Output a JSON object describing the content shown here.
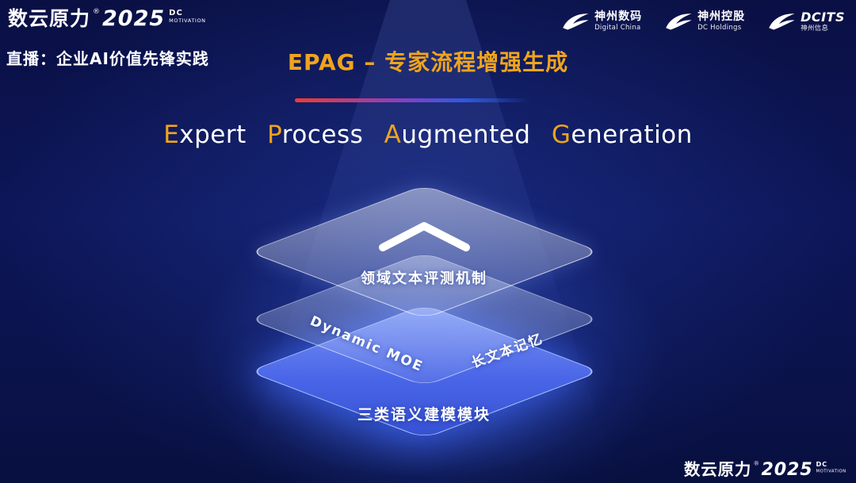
{
  "brand": {
    "name": "数云原力",
    "reg_mark": "®",
    "year": "2025",
    "dc": "DC",
    "motivation": "MOTIVATION"
  },
  "live_badge": "直播：企业AI价值先锋实践",
  "corporate_logos": [
    {
      "primary": "神州数码",
      "secondary": "Digital China"
    },
    {
      "primary": "神州控股",
      "secondary": "DC Holdings"
    },
    {
      "primary": "DCITS",
      "secondary": "神州信息"
    }
  ],
  "title": "EPAG – 专家流程增强生成",
  "subtitle_words": [
    {
      "cap": "E",
      "rest": "xpert"
    },
    {
      "cap": "P",
      "rest": "rocess"
    },
    {
      "cap": "A",
      "rest": "ugmented"
    },
    {
      "cap": "G",
      "rest": "eneration"
    }
  ],
  "stack": {
    "top_label": "领域文本评测机制",
    "middle_left_label": "Dynamic MOE",
    "middle_right_label": "长文本记忆",
    "bottom_label": "三类语义建模模块"
  },
  "colors": {
    "gold": "#f0a41c",
    "layer_blue": "#4a66e8",
    "background_navy": "#0d1658"
  }
}
